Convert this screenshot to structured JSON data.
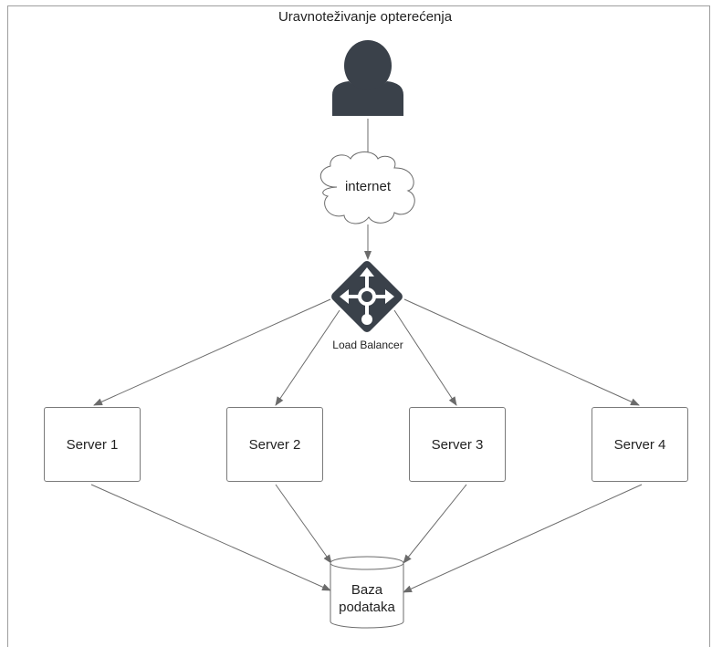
{
  "diagram": {
    "title": "Uravnoteživanje opterećenja",
    "user": {
      "icon": "user-icon"
    },
    "internet": {
      "label": "internet",
      "icon": "cloud-icon"
    },
    "load_balancer": {
      "label": "Load Balancer",
      "icon": "load-balancer-icon"
    },
    "servers": [
      {
        "label": "Server 1"
      },
      {
        "label": "Server 2"
      },
      {
        "label": "Server 3"
      },
      {
        "label": "Server 4"
      }
    ],
    "database": {
      "line1": "Baza",
      "line2": "podataka",
      "icon": "database-icon"
    },
    "colors": {
      "icon_fill": "#3a414a",
      "line": "#6b6b6b",
      "border": "#7a7a7a"
    }
  }
}
